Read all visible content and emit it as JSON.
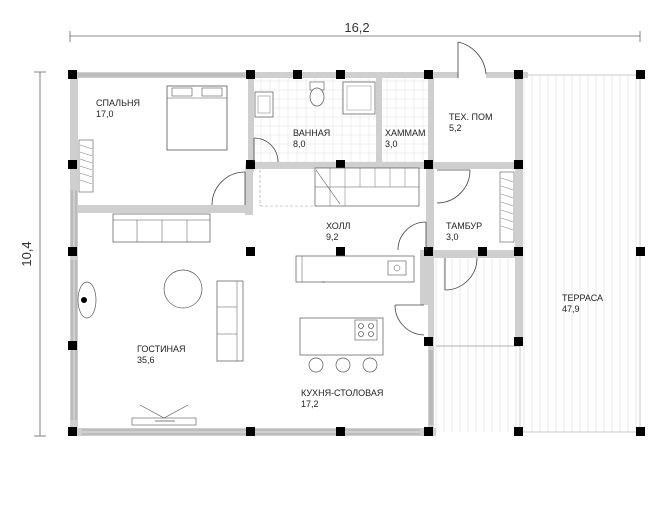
{
  "dimensions": {
    "width": "16,2",
    "height": "10,4"
  },
  "rooms": [
    {
      "name": "СПАЛЬНЯ",
      "area": "17,0"
    },
    {
      "name": "ВАННАЯ",
      "area": "8,0"
    },
    {
      "name": "ХАММАМ",
      "area": "3,0"
    },
    {
      "name": "ТЕХ. ПОМ",
      "area": "5,2"
    },
    {
      "name": "ХОЛЛ",
      "area": "9,2"
    },
    {
      "name": "ТАМБУР",
      "area": "3,0"
    },
    {
      "name": "ТЕРРАСА",
      "area": "47,9"
    },
    {
      "name": "ГОСТИНАЯ",
      "area": "35,6"
    },
    {
      "name": "КУХНЯ-СТОЛОВАЯ",
      "area": "17,2"
    }
  ]
}
